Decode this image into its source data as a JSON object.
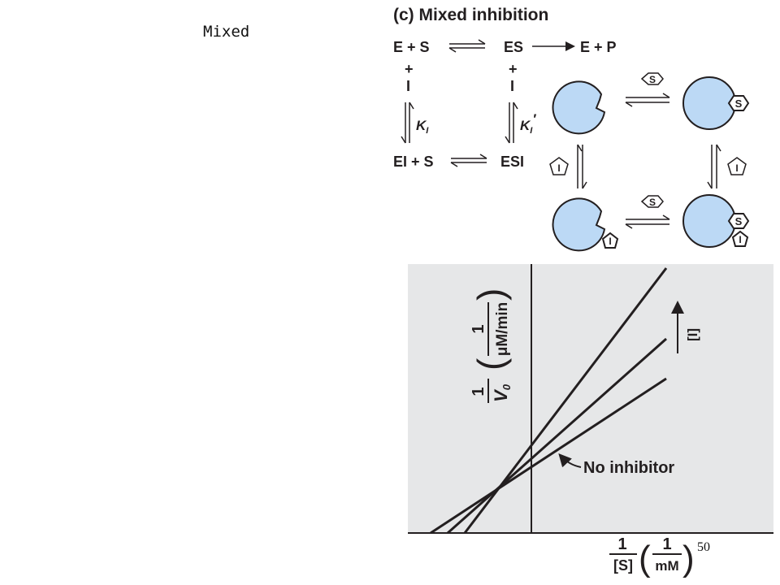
{
  "slide": {
    "title": "Mixed",
    "page_number": "50"
  },
  "figure": {
    "heading": "(c) Mixed inhibition",
    "scheme": {
      "top_left": "E + S",
      "top_middle": "ES",
      "top_right": "E + P",
      "plus": "+",
      "inhibitor": "I",
      "ki": "K",
      "ki_sub": "I",
      "ki_prime": "K",
      "ki_prime_sub": "I",
      "ki_prime_mark": "′",
      "bottom_left": "EI + S",
      "bottom_middle": "ESI"
    },
    "cartoon": {
      "substrate_label": "S",
      "inhibitor_label": "I",
      "enzyme_color": "#bcd9f5"
    },
    "plot": {
      "y_axis_num": "1",
      "y_axis_v": "V",
      "y_axis_v_sub": "0",
      "y_axis_unit_num": "1",
      "y_axis_unit_den": "μM/min",
      "x_axis_num": "1",
      "x_axis_den": "[S]",
      "x_axis_unit_num": "1",
      "x_axis_unit_den": "mM",
      "arrow_label": "[I]",
      "no_inhibitor_label": "No inhibitor",
      "background": "#e6e7e8"
    }
  }
}
